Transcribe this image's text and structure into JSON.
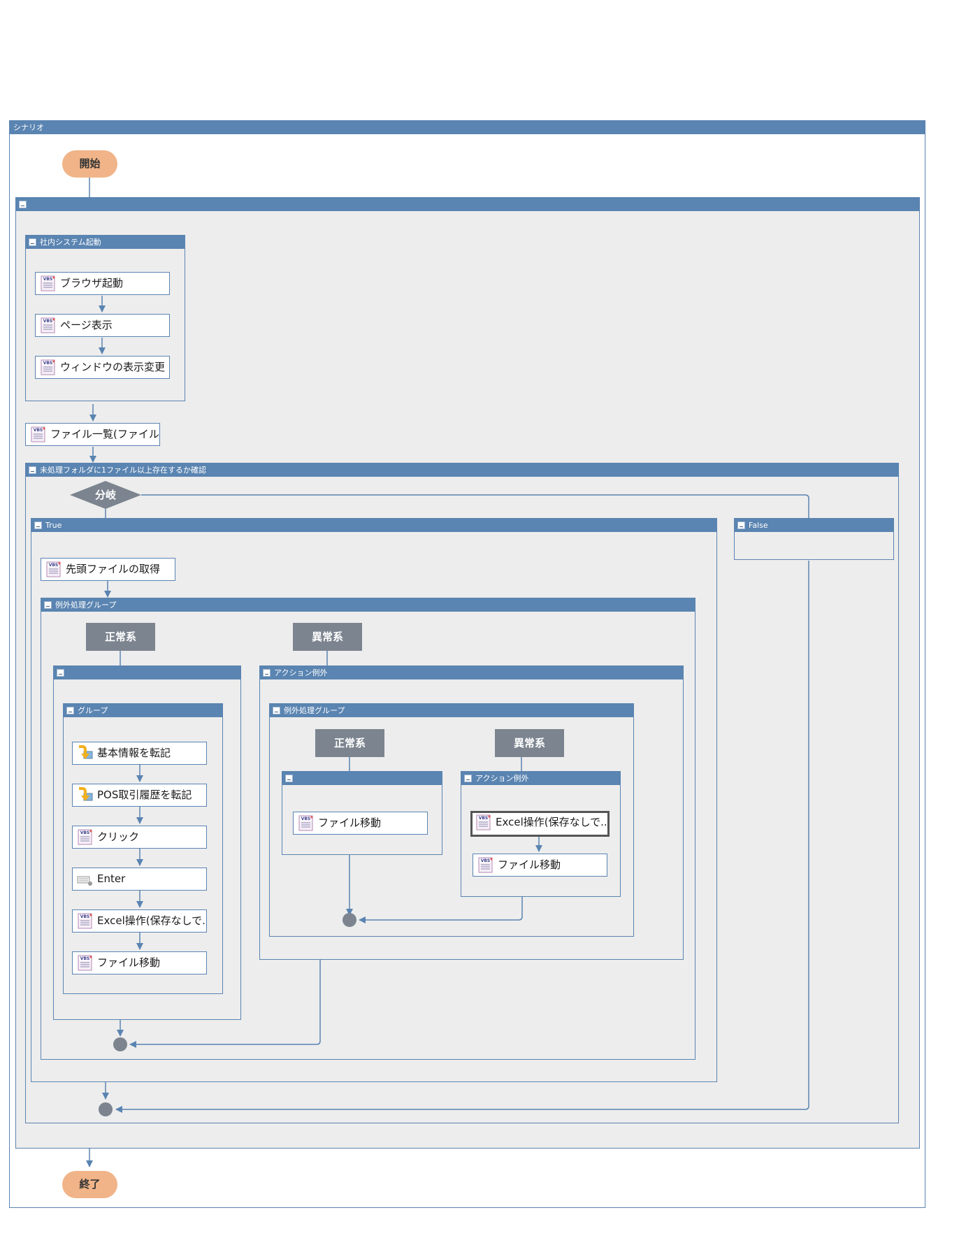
{
  "scenario": {
    "title": "シナリオ"
  },
  "start": {
    "label": "開始"
  },
  "end": {
    "label": "終了"
  },
  "startup_group": {
    "title": "社内システム起動",
    "steps": [
      "ブラウザ起動",
      "ページ表示",
      "ウィンドウの表示変更"
    ]
  },
  "file_list_step": {
    "label": "ファイル一覧(ファイル数..."
  },
  "check_group": {
    "title": "未処理フォルダに1ファイル以上存在するか確認"
  },
  "decision": {
    "label": "分岐"
  },
  "true_branch": {
    "title": "True"
  },
  "false_branch": {
    "title": "False"
  },
  "get_first_file": {
    "label": "先頭ファイルの取得"
  },
  "outer_exception_group": {
    "title": "例外処理グループ",
    "normal_label": "正常系",
    "error_label": "異常系"
  },
  "inner_group": {
    "title": "グループ",
    "steps": [
      "基本情報を転記",
      "POS取引履歴を転記",
      "クリック",
      "Enter",
      "Excel操作(保存なしで...",
      "ファイル移動"
    ]
  },
  "action_exception": {
    "title": "アクション例外"
  },
  "inner_exception_group": {
    "title": "例外処理グループ",
    "normal_label": "正常系",
    "error_label": "異常系",
    "normal_step": "ファイル移動",
    "error_title": "アクション例外",
    "error_steps": [
      "Excel操作(保存なしで...",
      "ファイル移動"
    ]
  },
  "icons": {
    "script_icon": "vbs-script-icon",
    "transcribe_icon": "transcribe-arrow-icon",
    "keyboard_icon": "keyboard-icon",
    "vbs_text": "VBS"
  },
  "colors": {
    "header_blue": "#5a84b1",
    "connector": "#5a84b1",
    "start_end": "#f0b488",
    "branch_box": "#7b848f",
    "merge_node": "#7b848f",
    "container_bg": "#ededed"
  }
}
